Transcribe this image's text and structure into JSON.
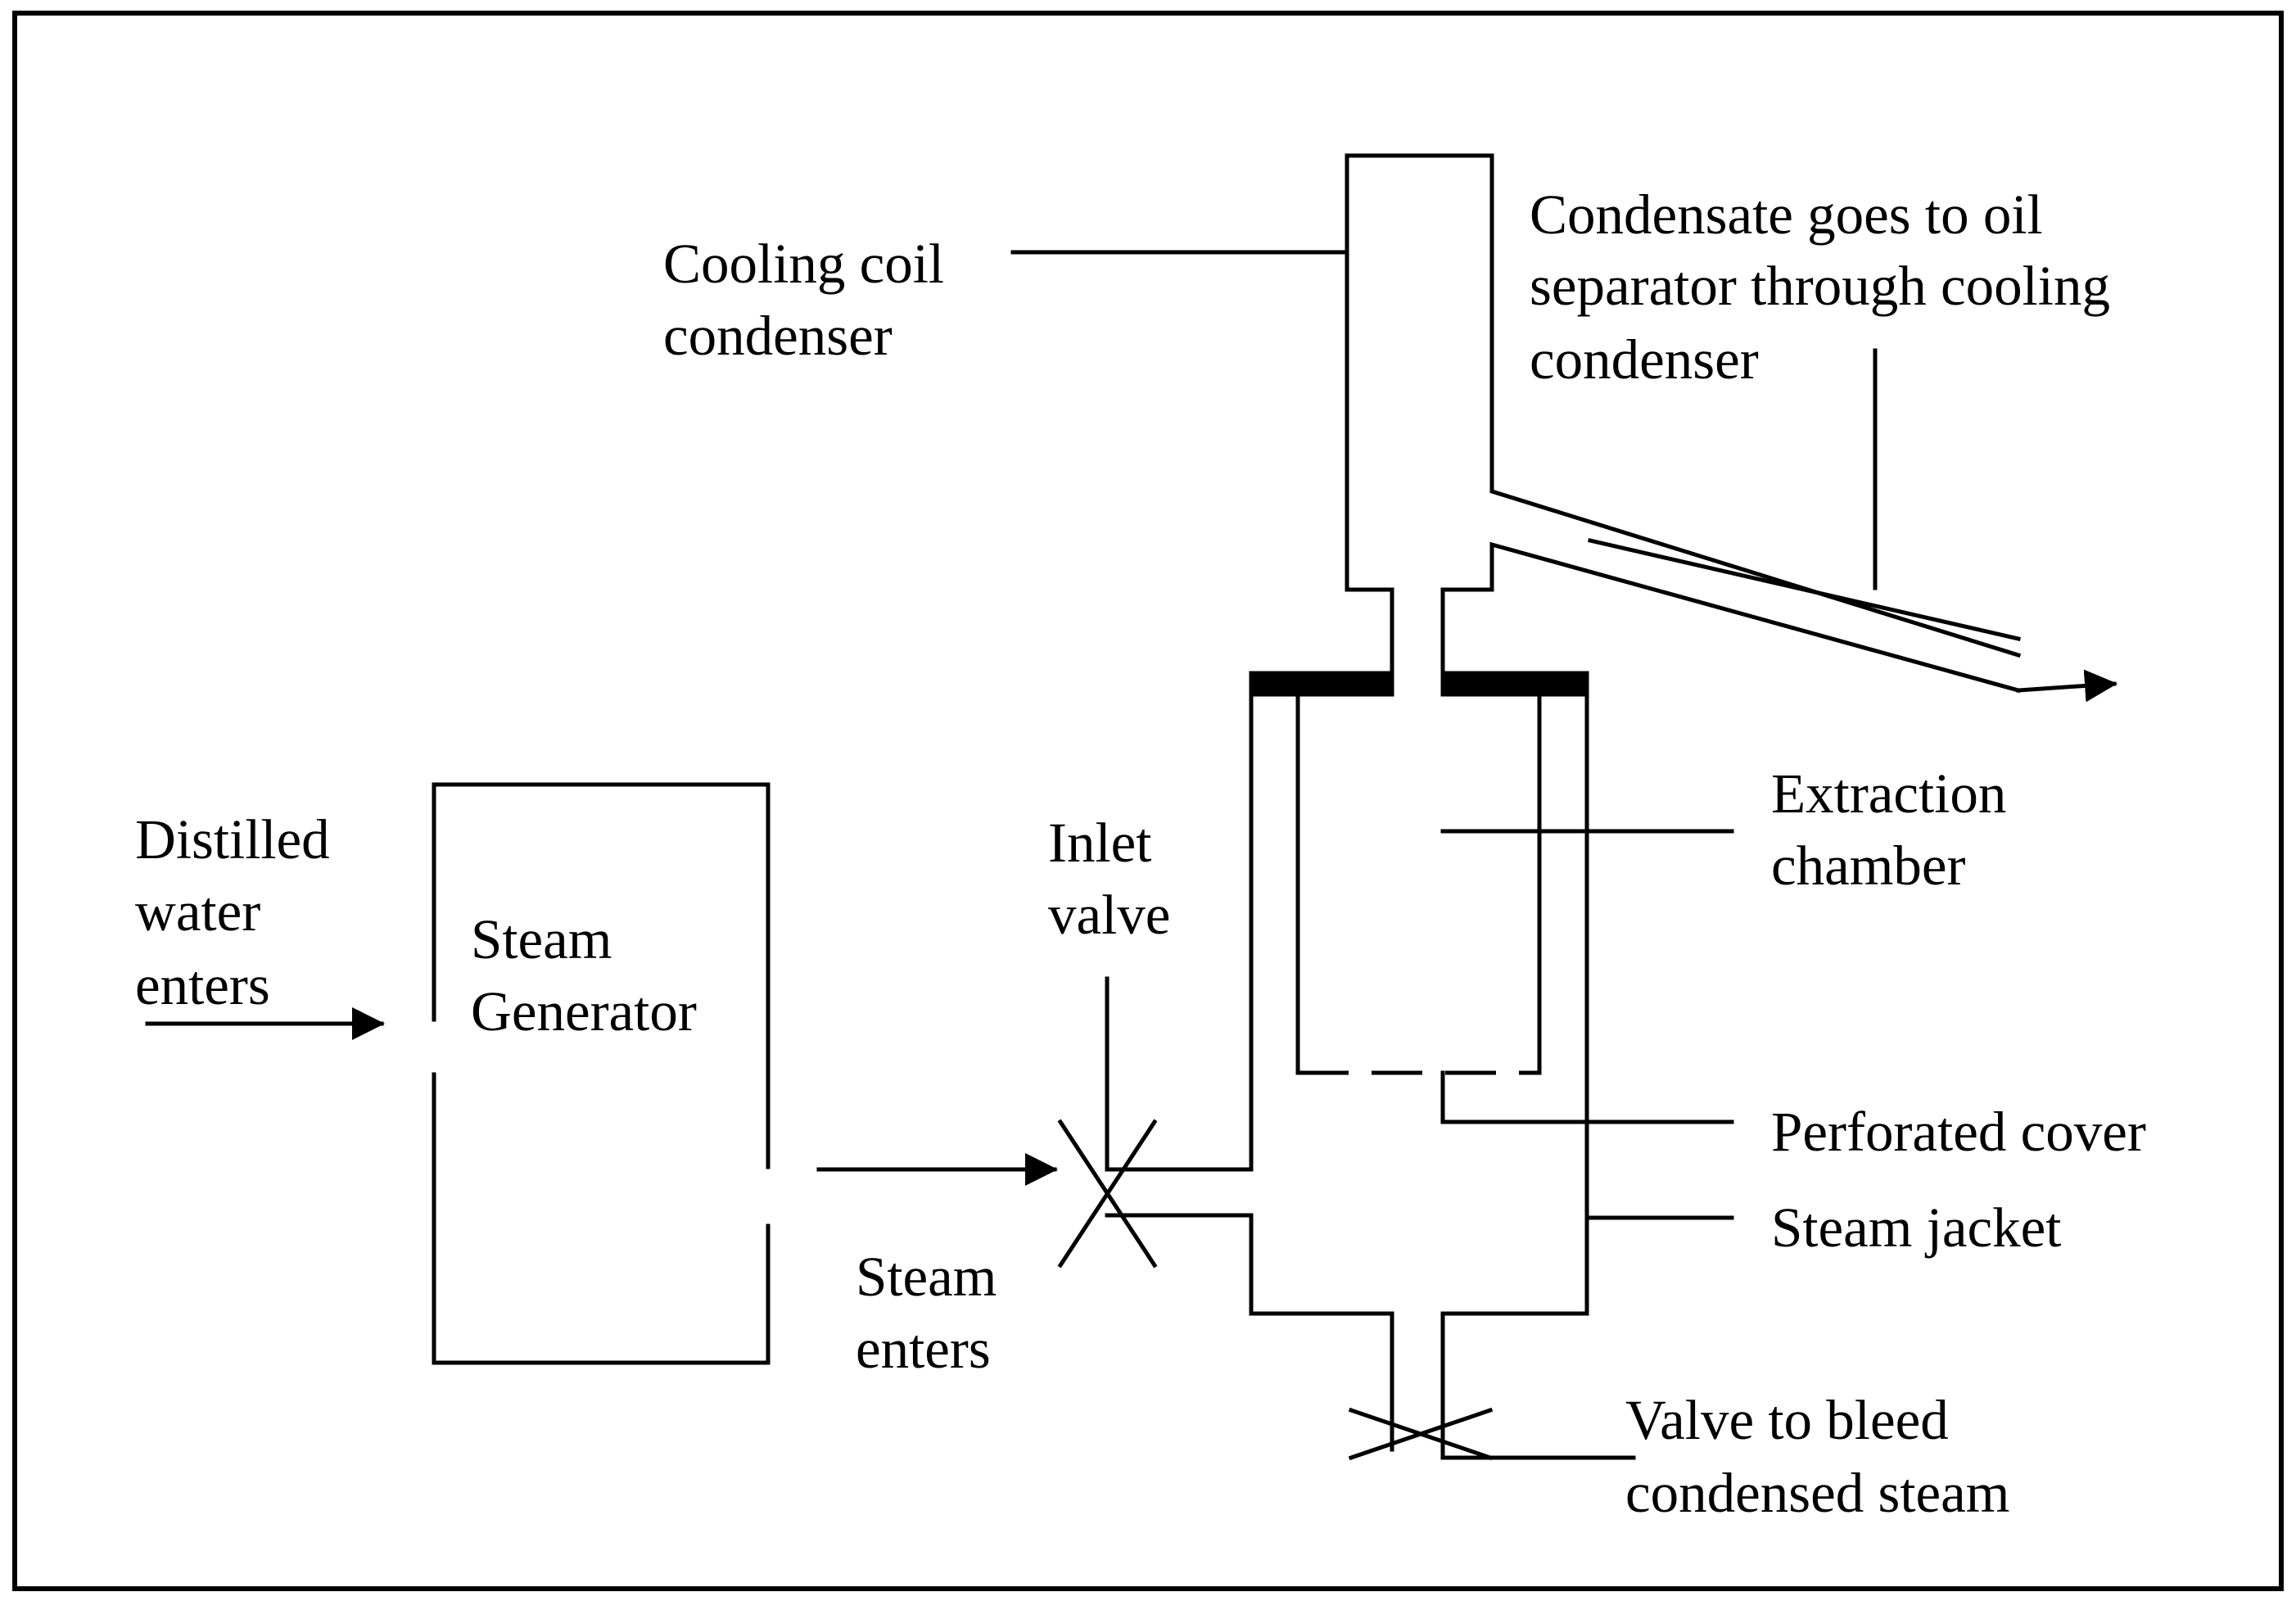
{
  "labels": {
    "cooling_coil": [
      "Cooling coil",
      "condenser"
    ],
    "condensate": [
      "Condensate goes to oil",
      "separator through cooling",
      "condenser"
    ],
    "distilled_water": [
      "Distilled",
      "water",
      "enters"
    ],
    "steam_generator": [
      "Steam",
      "Generator"
    ],
    "inlet_valve": [
      "Inlet",
      "valve"
    ],
    "extraction_chamber": [
      "Extraction",
      "chamber"
    ],
    "perforated_cover": [
      "Perforated cover"
    ],
    "steam_jacket": [
      "Steam jacket"
    ],
    "steam_enters": [
      "Steam",
      "enters"
    ],
    "bleed_valve": [
      "Valve to bleed",
      "condensed steam"
    ]
  },
  "colors": {
    "line": "#000000",
    "background": "#ffffff"
  }
}
